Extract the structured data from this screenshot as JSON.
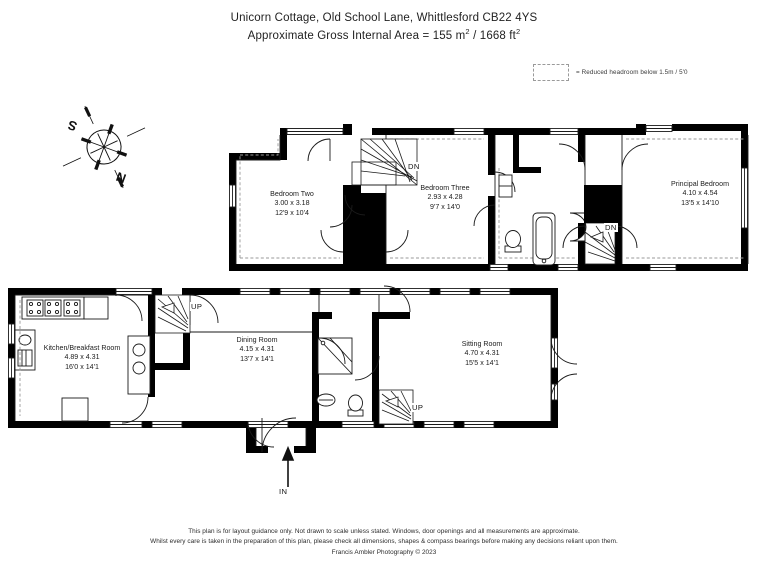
{
  "title": {
    "line1": "Unicorn Cottage, Old School Lane, Whittlesford CB22 4YS",
    "line2_prefix": "Approximate Gross Internal Area = 155 m",
    "line2_sup1": "2",
    "line2_mid": " / 1668 ft",
    "line2_sup2": "2"
  },
  "legend": {
    "text": "= Reduced headroom below 1.5m / 5'0",
    "swatch_name": "dashed-rectangle-swatch"
  },
  "compass": {
    "north_label": "N",
    "south_label": "S"
  },
  "rooms": [
    {
      "id": "bedroom-two",
      "name": "Bedroom Two",
      "metric": "3.00 x 3.18",
      "imperial": "12'9 x 10'4",
      "floor": "first"
    },
    {
      "id": "bedroom-three",
      "name": "Bedroom Three",
      "metric": "2.93 x 4.28",
      "imperial": "9'7 x 14'0",
      "floor": "first"
    },
    {
      "id": "principal-bedroom",
      "name": "Principal Bedroom",
      "metric": "4.10 x 4.54",
      "imperial": "13'5 x 14'10",
      "floor": "first"
    },
    {
      "id": "kitchen-breakfast-room",
      "name": "Kitchen/Breakfast Room",
      "metric": "4.89 x 4.31",
      "imperial": "16'0 x 14'1",
      "floor": "ground"
    },
    {
      "id": "dining-room",
      "name": "Dining Room",
      "metric": "4.15 x 4.31",
      "imperial": "13'7 x 14'1",
      "floor": "ground"
    },
    {
      "id": "sitting-room",
      "name": "Sitting Room",
      "metric": "4.70 x 4.31",
      "imperial": "15'5 x 14'1",
      "floor": "ground"
    }
  ],
  "markers": {
    "dn_upper": "DN",
    "dn_principal": "DN",
    "up_kitchen": "UP",
    "up_sitting": "UP",
    "entrance": "IN"
  },
  "footer": {
    "line1": "This plan is for layout guidance only. Not drawn to scale unless stated. Windows, door openings and all measurements are approximate.",
    "line2": "Whilst every care is taken in the preparation of this plan, please check all dimensions, shapes & compass bearings before making any decisions reliant upon them.",
    "credit": "Francis Ambler Photography © 2023"
  },
  "colors": {
    "wall": "#000000",
    "thin_line": "#1a1a1a",
    "text": "#1d1d1d",
    "dashed": "#9a9a9a",
    "background": "#ffffff"
  }
}
